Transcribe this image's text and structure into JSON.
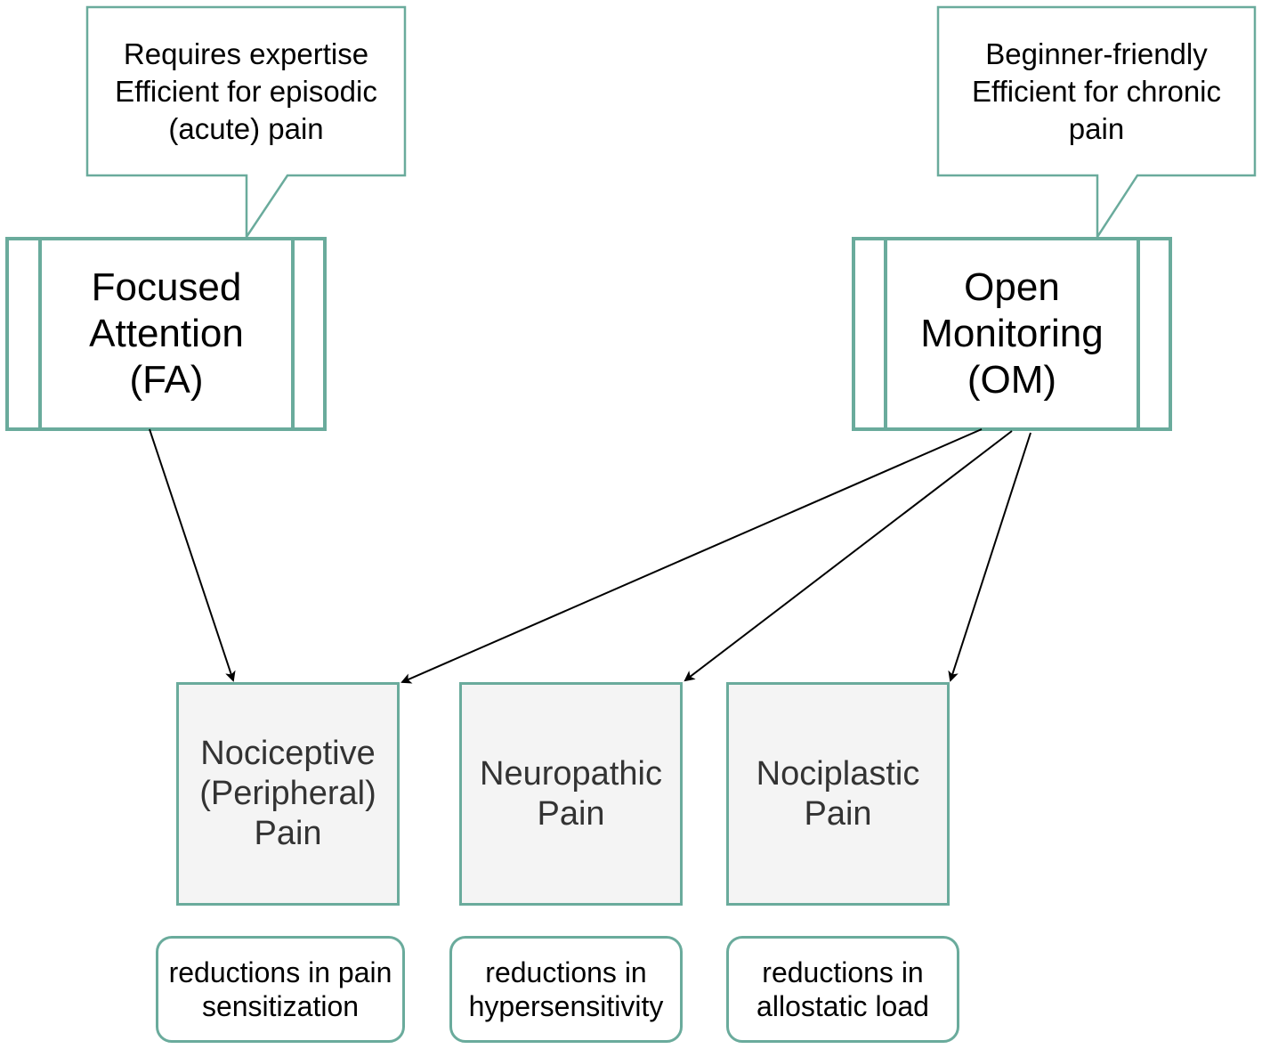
{
  "colors": {
    "accent": "#6aab9c",
    "pain_fill": "#f4f4f4",
    "arrow": "#000000"
  },
  "callouts": {
    "fa": [
      "Requires expertise",
      "Efficient for episodic",
      "(acute) pain"
    ],
    "om": [
      "Beginner-friendly",
      "Efficient for chronic",
      "pain"
    ]
  },
  "methods": {
    "fa": [
      "Focused",
      "Attention",
      "(FA)"
    ],
    "om": [
      "Open",
      "Monitoring",
      "(OM)"
    ]
  },
  "pain_types": {
    "nociceptive": [
      "Nociceptive",
      "(Peripheral)",
      "Pain"
    ],
    "neuropathic": [
      "Neuropathic",
      "Pain"
    ],
    "nociplastic": [
      "Nociplastic",
      "Pain"
    ]
  },
  "outcomes": {
    "nociceptive": [
      "reductions in pain",
      "sensitization"
    ],
    "neuropathic": [
      "reductions in",
      "hypersensitivity"
    ],
    "nociplastic": [
      "reductions in",
      "allostatic load"
    ]
  },
  "connections": [
    {
      "from": "Focused Attention (FA)",
      "to": "Nociceptive (Peripheral) Pain"
    },
    {
      "from": "Open Monitoring (OM)",
      "to": "Nociceptive (Peripheral) Pain"
    },
    {
      "from": "Open Monitoring (OM)",
      "to": "Neuropathic Pain"
    },
    {
      "from": "Open Monitoring (OM)",
      "to": "Nociplastic Pain"
    }
  ]
}
